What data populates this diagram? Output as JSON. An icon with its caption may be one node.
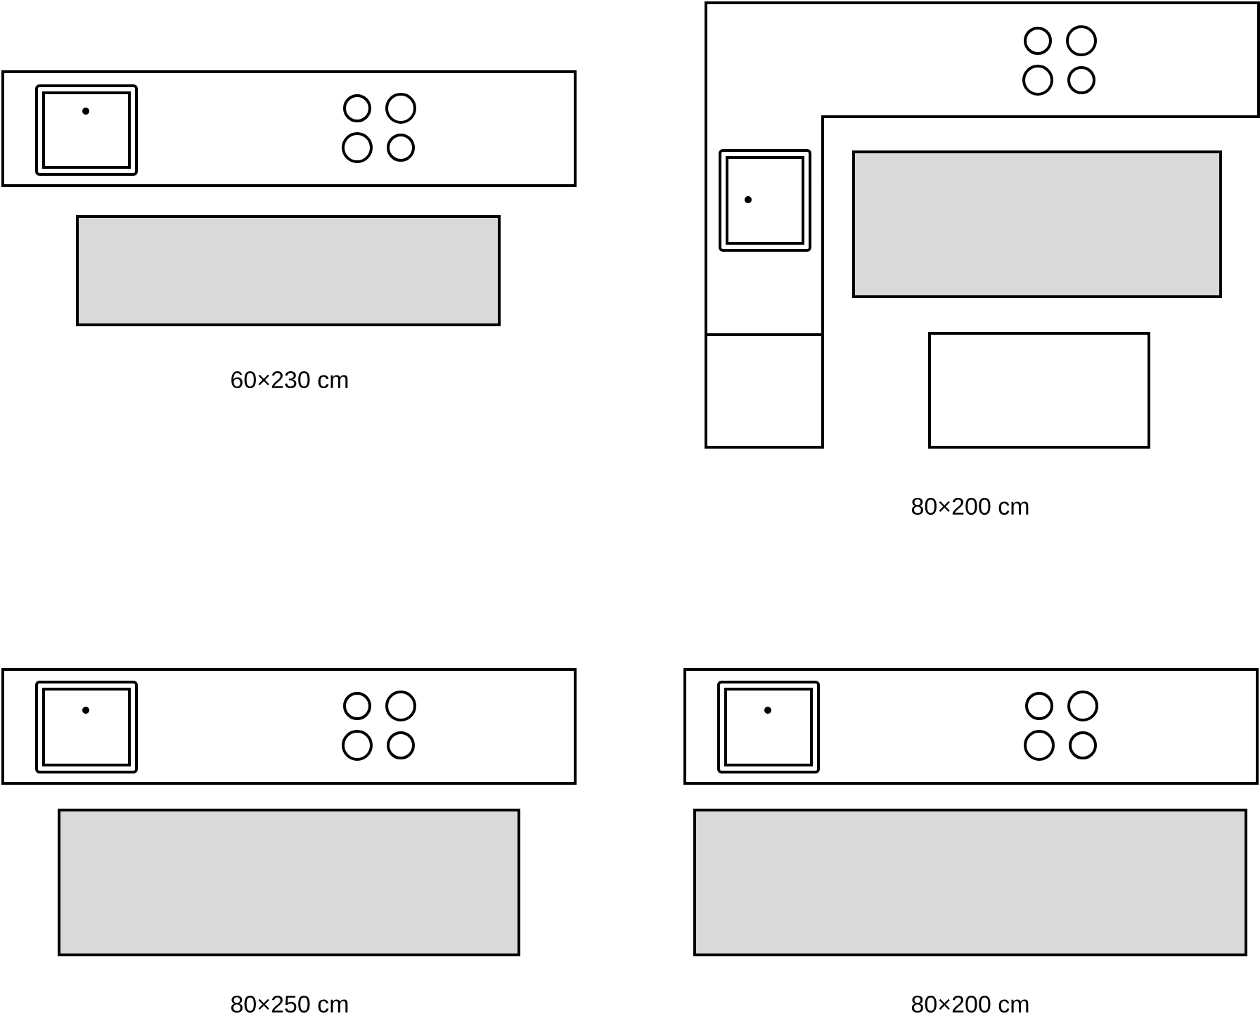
{
  "diagram": {
    "labels": [
      "60×230 cm",
      "80×200 cm",
      "80×250 cm",
      "80×200 cm"
    ]
  }
}
